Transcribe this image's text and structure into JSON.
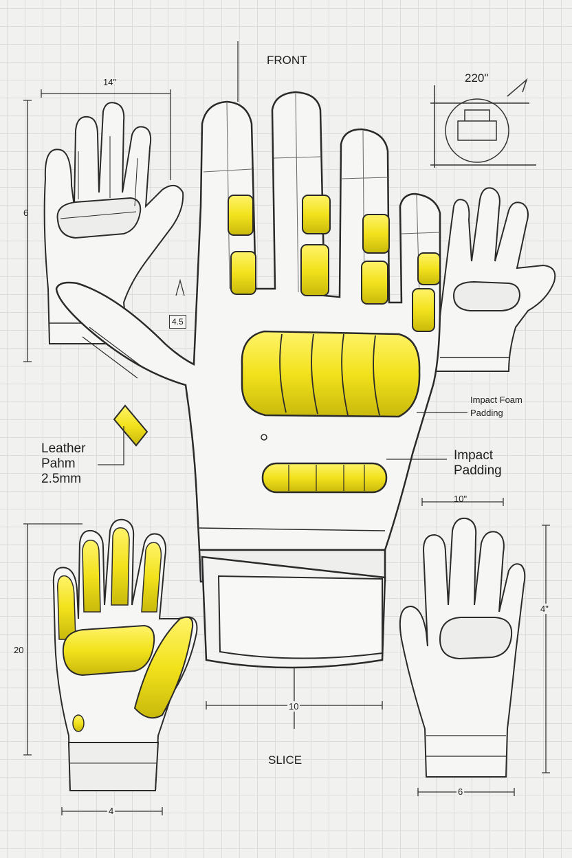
{
  "labels": {
    "front": "FRONT",
    "slice": "SLICE",
    "impact_foam_line1": "Impact Foam",
    "impact_foam_line2": "Padding",
    "impact_line1": "Impact",
    "impact_line2": "Padding",
    "leather_line1": "Leather",
    "leather_line2": "Pahm",
    "leather_line3": "2.5mm"
  },
  "dimensions": {
    "top_left_width": "14\"",
    "top_left_height": "6",
    "detail_size": "220\"",
    "thumb_tag": "4.5",
    "bottom_left_height": "20",
    "bottom_left_width": "4",
    "center_width": "10",
    "bottom_right_width_top": "10\"",
    "bottom_right_height": "4\"",
    "bottom_right_width_bottom": "6"
  },
  "colors": {
    "padding_yellow": "#f2e21c",
    "ink": "#2a2a2a",
    "paper": "#f1f1ef"
  }
}
